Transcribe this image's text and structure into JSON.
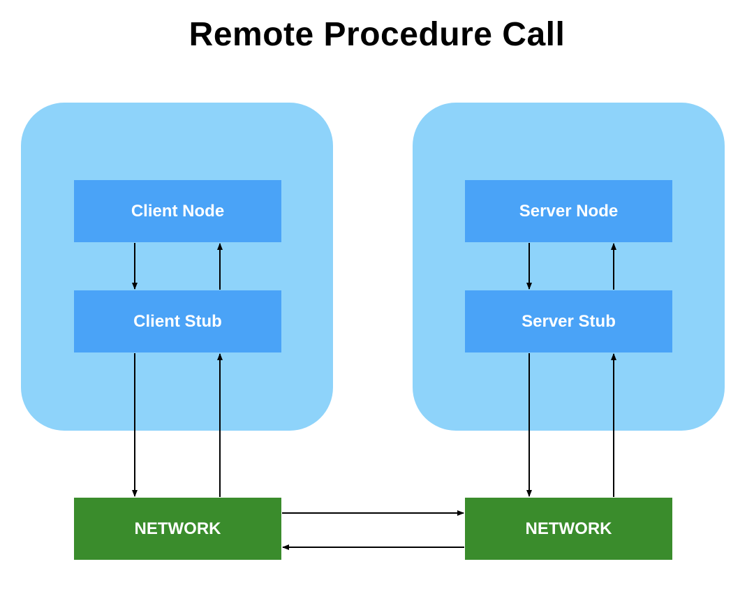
{
  "title": "Remote Procedure Call",
  "client": {
    "node_label": "Client Node",
    "stub_label": "Client Stub",
    "network_label": "NETWORK"
  },
  "server": {
    "node_label": "Server Node",
    "stub_label": "Server Stub",
    "network_label": "NETWORK"
  },
  "colors": {
    "panel": "#8ed3fa",
    "node_box": "#4aa3f7",
    "network_box": "#3a8c2c",
    "arrow": "#000000"
  }
}
